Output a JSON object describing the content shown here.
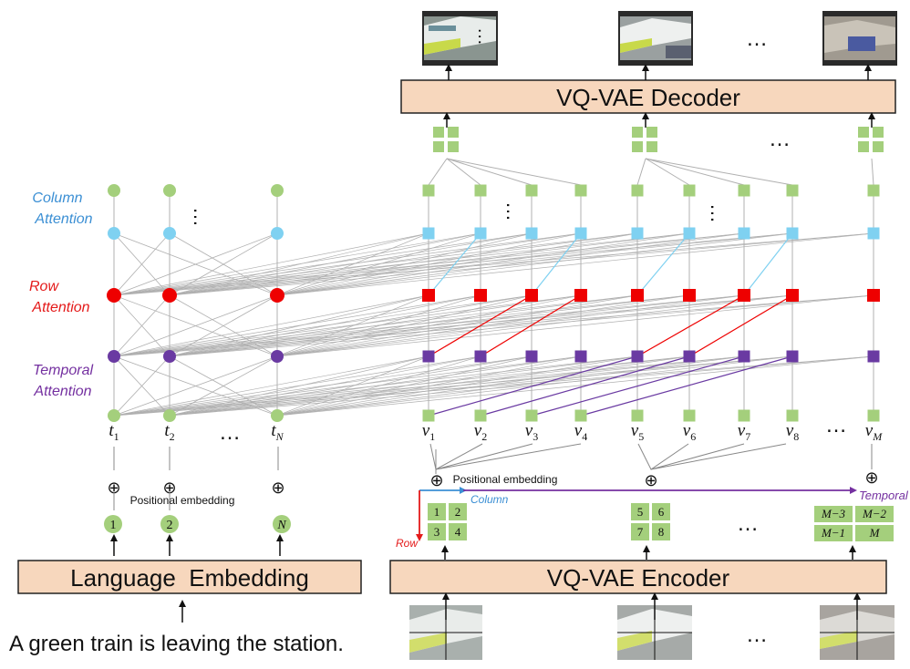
{
  "labels": {
    "column_attention": [
      "Column",
      "Attention"
    ],
    "row_attention": [
      "Row",
      "Attention"
    ],
    "temporal_attention": [
      "Temporal",
      "Attention"
    ],
    "decoder": "VQ-VAE Decoder",
    "encoder": "VQ-VAE Encoder",
    "language_embedding": "Language  Embedding",
    "caption": "A green train is leaving the station.",
    "pos_embed_text": "Positional embedding",
    "pos_embed_video": "Positional embedding",
    "axis_column": "Column",
    "axis_row": "Row",
    "axis_temporal": "Temporal",
    "ellipsis": "…"
  },
  "text_tokens": {
    "t_labels": [
      {
        "base": "t",
        "sub": "1"
      },
      {
        "base": "t",
        "sub": "2"
      },
      {
        "base": "t",
        "sub": "N"
      }
    ],
    "index_circles": [
      "1",
      "2",
      "N"
    ]
  },
  "video_tokens": {
    "v_labels": [
      {
        "base": "v",
        "sub": "1"
      },
      {
        "base": "v",
        "sub": "2"
      },
      {
        "base": "v",
        "sub": "3"
      },
      {
        "base": "v",
        "sub": "4"
      },
      {
        "base": "v",
        "sub": "5"
      },
      {
        "base": "v",
        "sub": "6"
      },
      {
        "base": "v",
        "sub": "7"
      },
      {
        "base": "v",
        "sub": "8"
      },
      {
        "base": "v",
        "sub": "M"
      }
    ],
    "grids": [
      [
        "1",
        "2",
        "3",
        "4"
      ],
      [
        "5",
        "6",
        "7",
        "8"
      ],
      [
        "M−3",
        "M−2",
        "M−1",
        "M"
      ]
    ]
  },
  "colors": {
    "green": "#a4cf7c",
    "cyan": "#7fd1f1",
    "red": "#ee0000",
    "purple": "#6a3aa2",
    "box_fill": "#f7d7bd",
    "column_text": "#3b8fd4",
    "row_text": "#e41a1a",
    "temporal_text": "#7430a0",
    "line_gray": "#b0b0b0"
  }
}
